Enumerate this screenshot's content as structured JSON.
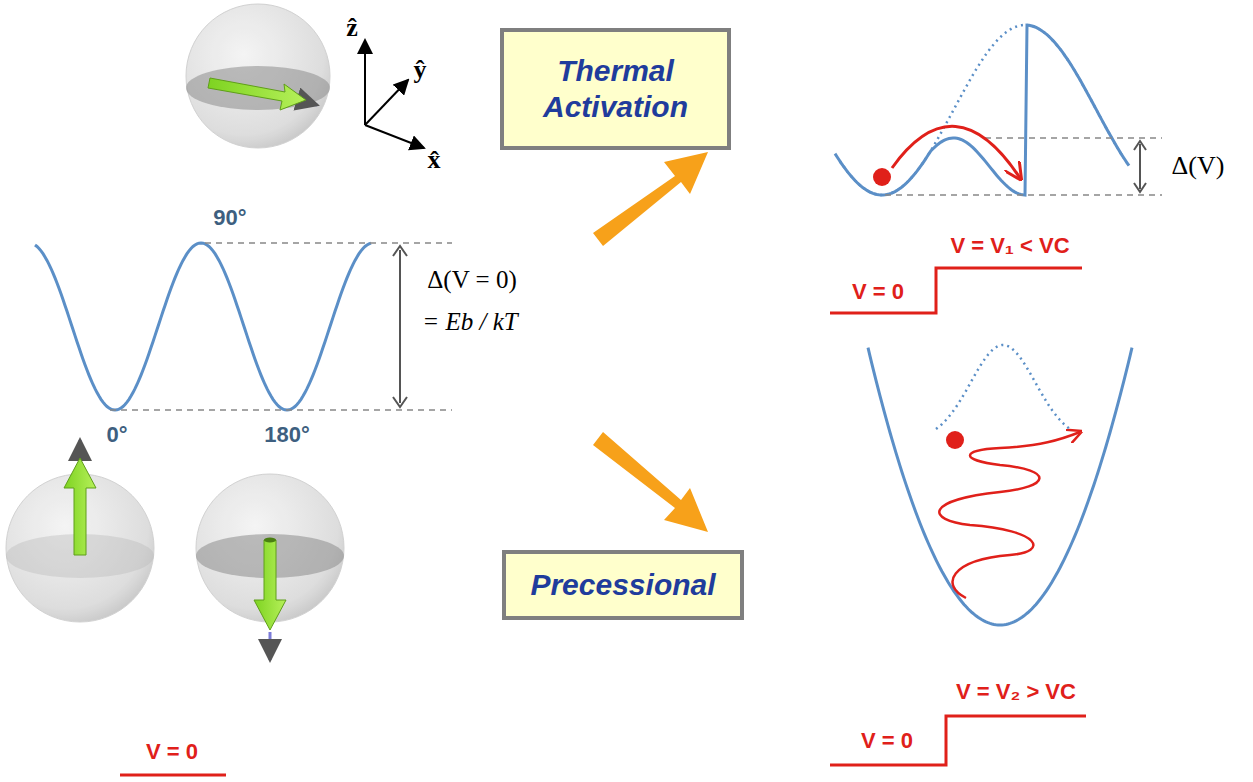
{
  "diagram": {
    "nodes": [
      {
        "text": [
          "Thermal Activation"
        ]
      },
      {
        "text": [
          "Precessional"
        ]
      }
    ],
    "labels": [
      "ẑ",
      "ŷ",
      "x̂",
      "90°",
      "Δ(V = 0)",
      "= Eb / kT",
      "0°",
      "180°",
      "V = 0",
      "Δ(V)",
      "V = V₁ < VC",
      "V = 0",
      "V = V₂ > VC",
      "V = 0"
    ]
  }
}
